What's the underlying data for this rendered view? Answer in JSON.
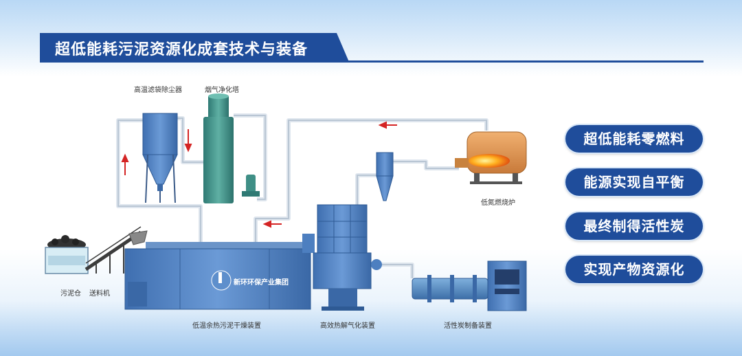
{
  "title": "超低能耗污泥资源化成套技术与装备",
  "labels": {
    "bag_filter": "高温滤袋除尘器",
    "scrubber": "烟气净化塔",
    "burner": "低氮燃烧炉",
    "silo": "污泥仓",
    "conveyor": "送料机",
    "dryer": "低温余热污泥干燥装置",
    "pyrolysis": "高效热解气化装置",
    "carbon": "活性炭制备装置"
  },
  "logo_text": "新环环保产业集团",
  "features": [
    "超低能耗零燃料",
    "能源实现自平衡",
    "最终制得活性炭",
    "实现产物资源化"
  ],
  "colors": {
    "title_blue": "#1f4d9b",
    "equipment_blue": "#4d7fc0",
    "tower_green": "#3f8f86",
    "arrow_red": "#d42424"
  }
}
